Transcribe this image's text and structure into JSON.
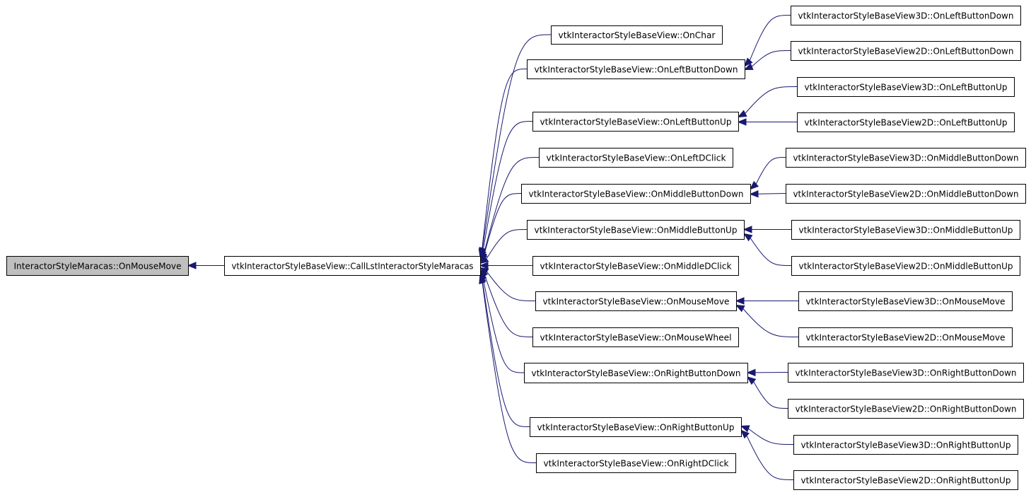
{
  "colors": {
    "edge": "#191970",
    "root_fill": "#bfbfbf",
    "node_fill": "#ffffff",
    "node_stroke": "#000000"
  },
  "nodes": [
    {
      "id": "root",
      "label": "InteractorStyleMaracas::OnMouseMove"
    },
    {
      "id": "call",
      "label": "vtkInteractorStyleBaseView::CallLstInteractorStyleMaracas"
    },
    {
      "id": "onchar",
      "label": "vtkInteractorStyleBaseView::OnChar"
    },
    {
      "id": "lbd",
      "label": "vtkInteractorStyleBaseView::OnLeftButtonDown"
    },
    {
      "id": "lbu",
      "label": "vtkInteractorStyleBaseView::OnLeftButtonUp"
    },
    {
      "id": "ldc",
      "label": "vtkInteractorStyleBaseView::OnLeftDClick"
    },
    {
      "id": "mbd",
      "label": "vtkInteractorStyleBaseView::OnMiddleButtonDown"
    },
    {
      "id": "mbu",
      "label": "vtkInteractorStyleBaseView::OnMiddleButtonUp"
    },
    {
      "id": "mdc",
      "label": "vtkInteractorStyleBaseView::OnMiddleDClick"
    },
    {
      "id": "mm",
      "label": "vtkInteractorStyleBaseView::OnMouseMove"
    },
    {
      "id": "mw",
      "label": "vtkInteractorStyleBaseView::OnMouseWheel"
    },
    {
      "id": "rbd",
      "label": "vtkInteractorStyleBaseView::OnRightButtonDown"
    },
    {
      "id": "rbu",
      "label": "vtkInteractorStyleBaseView::OnRightButtonUp"
    },
    {
      "id": "rdc",
      "label": "vtkInteractorStyleBaseView::OnRightDClick"
    },
    {
      "id": "lbd3",
      "label": "vtkInteractorStyleBaseView3D::OnLeftButtonDown"
    },
    {
      "id": "lbd2",
      "label": "vtkInteractorStyleBaseView2D::OnLeftButtonDown"
    },
    {
      "id": "lbu3",
      "label": "vtkInteractorStyleBaseView3D::OnLeftButtonUp"
    },
    {
      "id": "lbu2",
      "label": "vtkInteractorStyleBaseView2D::OnLeftButtonUp"
    },
    {
      "id": "mbd3",
      "label": "vtkInteractorStyleBaseView3D::OnMiddleButtonDown"
    },
    {
      "id": "mbd2",
      "label": "vtkInteractorStyleBaseView2D::OnMiddleButtonDown"
    },
    {
      "id": "mbu3",
      "label": "vtkInteractorStyleBaseView3D::OnMiddleButtonUp"
    },
    {
      "id": "mbu2",
      "label": "vtkInteractorStyleBaseView2D::OnMiddleButtonUp"
    },
    {
      "id": "mm3",
      "label": "vtkInteractorStyleBaseView3D::OnMouseMove"
    },
    {
      "id": "mm2",
      "label": "vtkInteractorStyleBaseView2D::OnMouseMove"
    },
    {
      "id": "rbd3",
      "label": "vtkInteractorStyleBaseView3D::OnRightButtonDown"
    },
    {
      "id": "rbd2",
      "label": "vtkInteractorStyleBaseView2D::OnRightButtonDown"
    },
    {
      "id": "rbu3",
      "label": "vtkInteractorStyleBaseView3D::OnRightButtonUp"
    },
    {
      "id": "rbu2",
      "label": "vtkInteractorStyleBaseView2D::OnRightButtonUp"
    }
  ],
  "edges": [
    {
      "from": "call",
      "to": "root"
    },
    {
      "from": "onchar",
      "to": "call"
    },
    {
      "from": "lbd",
      "to": "call"
    },
    {
      "from": "lbu",
      "to": "call"
    },
    {
      "from": "ldc",
      "to": "call"
    },
    {
      "from": "mbd",
      "to": "call"
    },
    {
      "from": "mbu",
      "to": "call"
    },
    {
      "from": "mdc",
      "to": "call"
    },
    {
      "from": "mm",
      "to": "call"
    },
    {
      "from": "mw",
      "to": "call"
    },
    {
      "from": "rbd",
      "to": "call"
    },
    {
      "from": "rbu",
      "to": "call"
    },
    {
      "from": "rdc",
      "to": "call"
    },
    {
      "from": "lbd3",
      "to": "lbd"
    },
    {
      "from": "lbd2",
      "to": "lbd"
    },
    {
      "from": "lbu3",
      "to": "lbu"
    },
    {
      "from": "lbu2",
      "to": "lbu"
    },
    {
      "from": "mbd3",
      "to": "mbd"
    },
    {
      "from": "mbd2",
      "to": "mbd"
    },
    {
      "from": "mbu3",
      "to": "mbu"
    },
    {
      "from": "mbu2",
      "to": "mbu"
    },
    {
      "from": "mm3",
      "to": "mm"
    },
    {
      "from": "mm2",
      "to": "mm"
    },
    {
      "from": "rbd3",
      "to": "rbd"
    },
    {
      "from": "rbd2",
      "to": "rbd"
    },
    {
      "from": "rbu3",
      "to": "rbu"
    },
    {
      "from": "rbu2",
      "to": "rbu"
    }
  ]
}
